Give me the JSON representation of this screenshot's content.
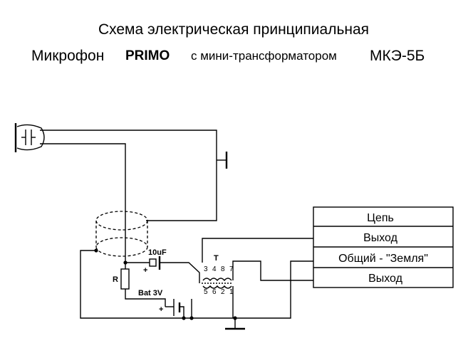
{
  "title": {
    "line1": "Схема электрическая принципиальная",
    "line2_left": "Микрофон",
    "line2_brand": "PRIMO",
    "line2_mid": "с мини-трансформатором",
    "line2_right": "МКЭ-5Б"
  },
  "components": {
    "capacitor": "10uF",
    "capacitor_plus": "+",
    "resistor": "R",
    "battery": "Bat 3V",
    "battery_plus": "+",
    "transformer": "T",
    "pins_top": [
      "3",
      "4",
      "8",
      "7"
    ],
    "pins_bottom": [
      "5",
      "6",
      "2",
      "1"
    ]
  },
  "connector": {
    "rows": [
      "Цепь",
      "Выход",
      "Общий - \"Земля\"",
      "Выход"
    ]
  }
}
